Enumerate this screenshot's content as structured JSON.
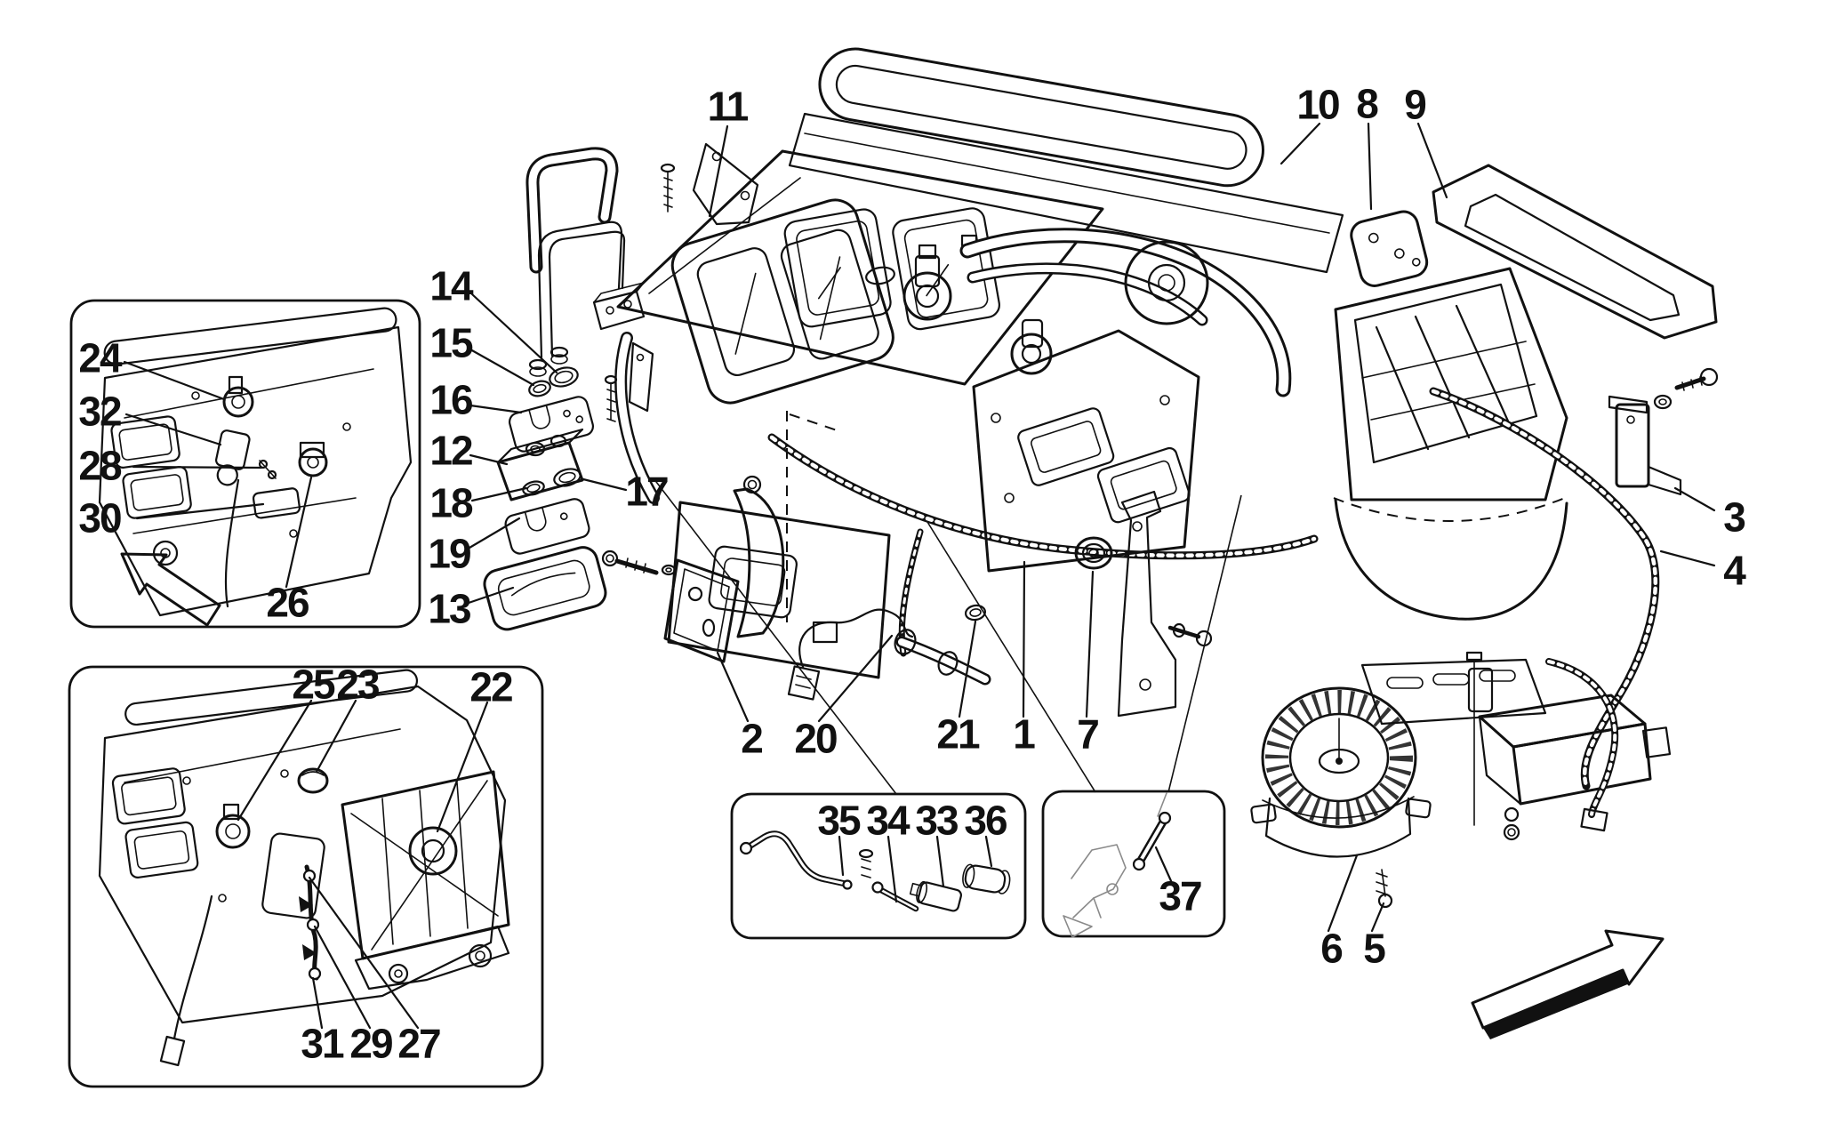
{
  "page": {
    "background": "#ffffff",
    "ink": "#111111",
    "detail_ink": "#8a8a8a"
  },
  "figure": {
    "kind": "exploded-parts-diagram"
  },
  "callouts": {
    "c1": "1",
    "c2": "2",
    "c3": "3",
    "c4": "4",
    "c5": "5",
    "c6": "6",
    "c7": "7",
    "c8": "8",
    "c9": "9",
    "c10": "10",
    "c11": "11",
    "c12": "12",
    "c13": "13",
    "c14": "14",
    "c15": "15",
    "c16": "16",
    "c17": "17",
    "c18": "18",
    "c19": "19",
    "c20": "20",
    "c21": "21",
    "c22": "22",
    "c23": "23",
    "c24": "24",
    "c25": "25",
    "c26": "26",
    "c27": "27",
    "c28": "28",
    "c29": "29",
    "c30": "30",
    "c31": "31",
    "c32": "32",
    "c33": "33",
    "c34": "34",
    "c35": "35",
    "c36": "36",
    "c37": "37"
  },
  "views": {
    "main_view": {
      "callout_ids": [
        "1",
        "2",
        "3",
        "4",
        "5",
        "6",
        "7",
        "8",
        "9",
        "10",
        "11",
        "12",
        "13",
        "14",
        "15",
        "16",
        "17",
        "18",
        "19",
        "20",
        "21"
      ]
    },
    "detail_top_left": {
      "callout_ids": [
        "24",
        "32",
        "28",
        "30",
        "26"
      ]
    },
    "detail_bottom_left": {
      "callout_ids": [
        "25",
        "23",
        "22",
        "31",
        "29",
        "27"
      ]
    },
    "detail_linkage": {
      "callout_ids": [
        "35",
        "34",
        "33",
        "36"
      ]
    },
    "detail_link_rod": {
      "callout_ids": [
        "37"
      ]
    }
  },
  "icons": {
    "detail_direction_arrow": "direction-arrow-up-left-icon",
    "main_direction_arrow": "direction-arrow-up-right-icon"
  }
}
